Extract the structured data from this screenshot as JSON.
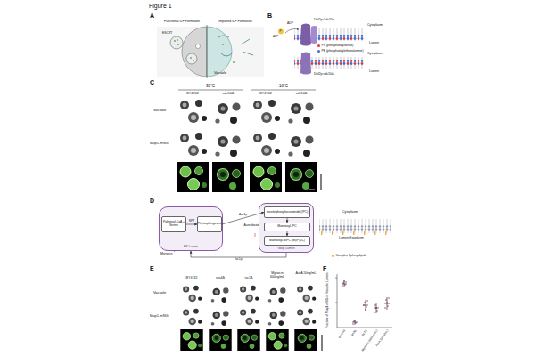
{
  "diagram": {
    "title": "Figure 1",
    "nodes": [
      {
        "text": [
          "ER Lumen"
        ]
      },
      {
        "text": [
          "Palmitoyl-CoA + Serine"
        ],
        "in": 0
      },
      {
        "text": [
          "Phytosphingosine"
        ],
        "in": 0
      },
      {
        "text": [
          "Golgi Lumen"
        ]
      },
      {
        "text": [
          "Inositolphosphoceramide (IPC)"
        ],
        "in": 3
      },
      {
        "text": [
          "Mannosyl-IPC"
        ],
        "in": 3
      },
      {
        "text": [
          "Mannosyl-diIPC (M(IP)2C)"
        ],
        "in": 3
      }
    ],
    "edges": [
      {
        "from": 1,
        "to": 2,
        "label": "SPT",
        "arrow": "to"
      },
      {
        "from": 2,
        "to": 4,
        "label": "Aur1p",
        "arrow": "to"
      },
      {
        "from": 4,
        "to": 5,
        "arrow": "to"
      },
      {
        "from": 5,
        "to": 6,
        "arrow": "to"
      },
      {
        "from": 3,
        "to": 0,
        "label": "Isc1p",
        "arrow": "to"
      }
    ],
    "labels": [
      "A",
      "Functional ILF Formation",
      "Impaired ILF Formation",
      "ESCRT",
      "Vacuole",
      "B",
      "P",
      "ATP",
      "ADP",
      "Dnf2p:Cdc50p",
      "Cytoplasm",
      "Lumen",
      "Cytoplasm",
      "Lumen",
      "Dnf2p:cdc50Δ",
      "C",
      "30°C",
      "18°C",
      "BY4742",
      "cdc50Δ",
      "BY4742",
      "cdc50Δ",
      "Vacuole",
      "Mup1-mNG",
      "D",
      "Myriocin",
      "Aureobasidin A",
      "Cytoplasm",
      "Lumen/Exoplasm",
      "E",
      "BY4742",
      "vps4Δ",
      "isc1Δ",
      "Myriocin 600ng/mL",
      "AurA 50ng/mL",
      "Vacuole",
      "Mup1-mNG",
      "F",
      "Fraction of Mup1-mNG in Vacuole Lumen",
      "BY4742",
      "vps4Δ",
      "isc1Δ",
      "Myriocin (600ng/mL)",
      "AurA (50ng/mL)"
    ],
    "legend": [
      {
        "text": "PS (phosphatidylserine)",
        "color": "#e23b3b"
      },
      {
        "text": "PE (phosphatidylethanolamine)",
        "color": "#3a6fd8"
      },
      {
        "text": "Complex Sphingolipids",
        "color": "#f2a93b"
      }
    ]
  }
}
